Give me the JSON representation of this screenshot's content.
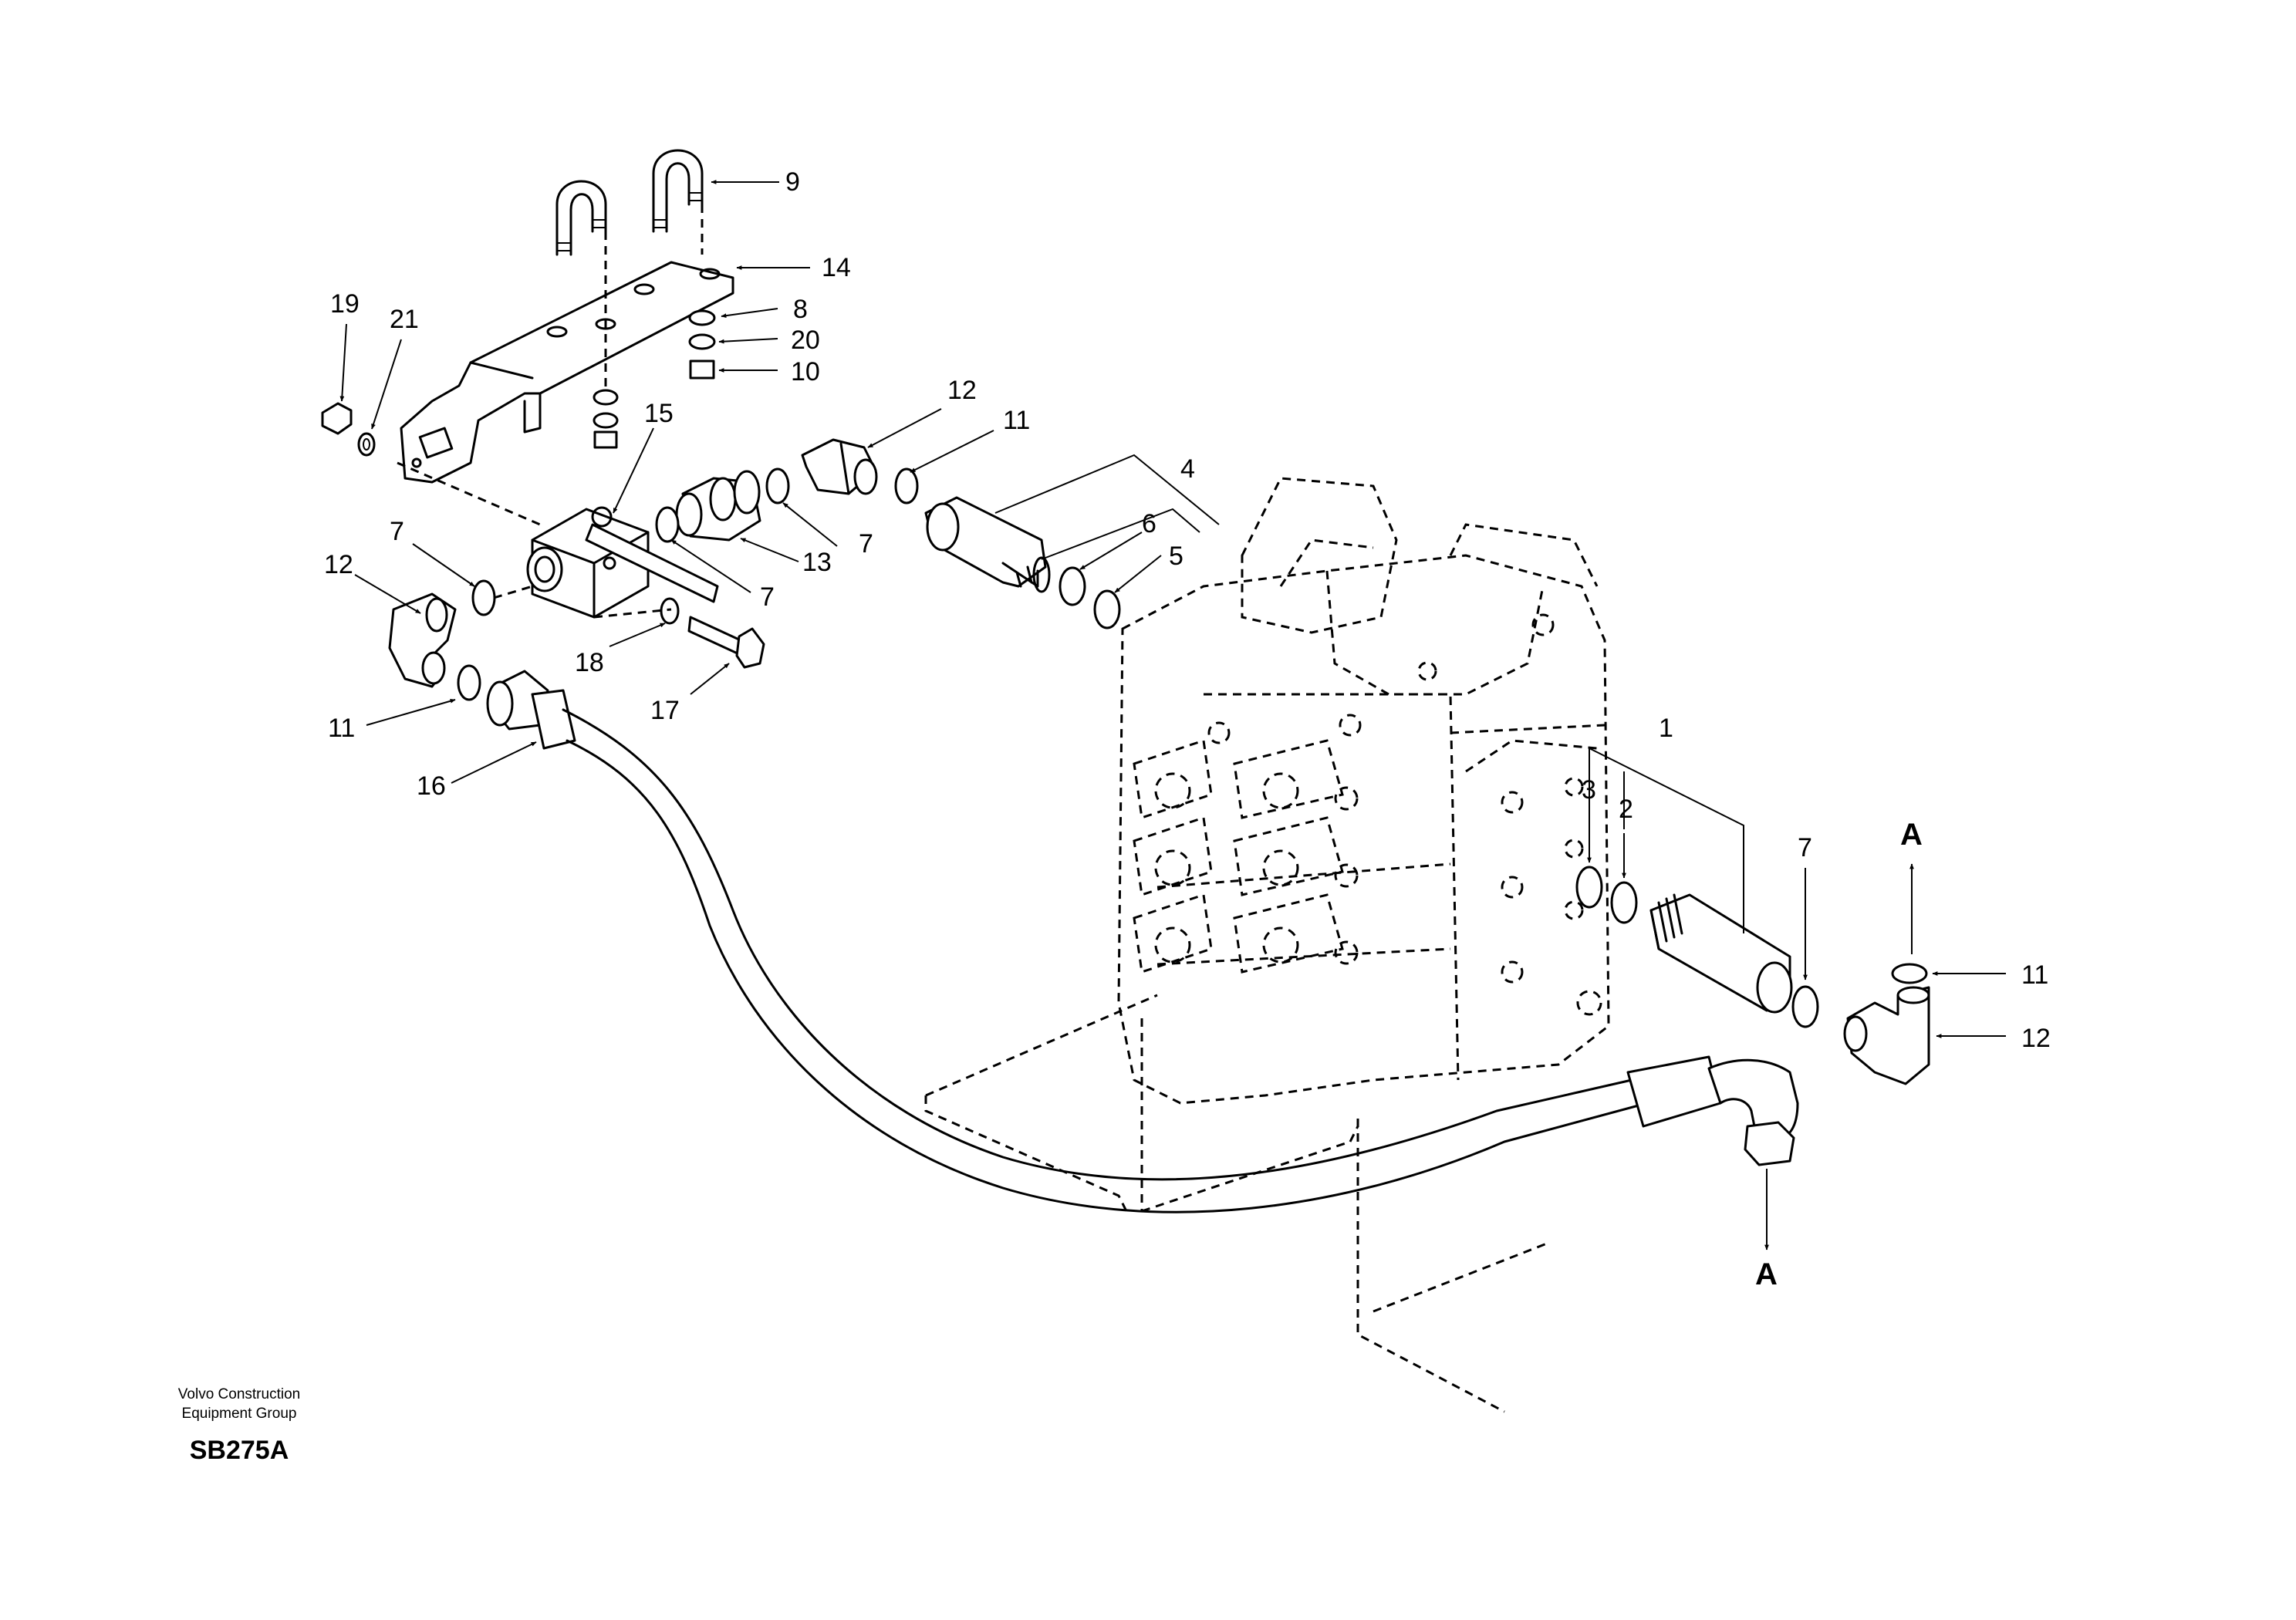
{
  "labels": {
    "n1": "1",
    "n2": "2",
    "n3": "3",
    "n4": "4",
    "n5": "5",
    "n6": "6",
    "n7_top": "7",
    "n7_mid": "7",
    "n7_left": "7",
    "n7_right": "7",
    "n8": "8",
    "n9": "9",
    "n10": "10",
    "n11_top": "11",
    "n11_left": "11",
    "n11_right": "11",
    "n12_top": "12",
    "n12_left": "12",
    "n12_right": "12",
    "n13": "13",
    "n14": "14",
    "n15": "15",
    "n16": "16",
    "n17": "17",
    "n18": "18",
    "n19": "19",
    "n20": "20",
    "n21": "21",
    "section_a_top": "A",
    "section_a_bottom": "A"
  },
  "caption": {
    "org": "Volvo Construction Equipment Group",
    "code": "SB275A"
  }
}
